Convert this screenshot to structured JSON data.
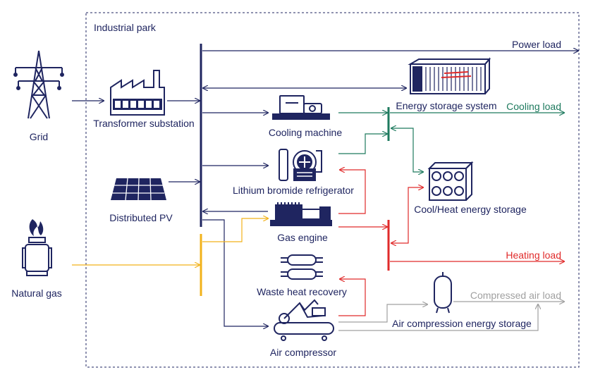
{
  "park_label": "Industrial park",
  "sources": {
    "grid": "Grid",
    "pv": "Distributed PV",
    "gas": "Natural gas"
  },
  "equipment": {
    "transformer": "Transformer substation",
    "cooling_machine": "Cooling machine",
    "libr_refrigerator": "Lithium bromide refrigerator",
    "gas_engine": "Gas engine",
    "waste_heat": "Waste heat recovery",
    "air_compressor": "Air compressor",
    "energy_storage": "Energy storage system",
    "cool_heat_storage": "Cool/Heat energy storage",
    "air_storage": "Air compression energy storage"
  },
  "loads": {
    "power": "Power load",
    "cooling": "Cooling load",
    "heating": "Heating load",
    "air": "Compressed air load"
  },
  "colors": {
    "power": "#1f2560",
    "cooling": "#1e7a5e",
    "heating": "#e02a2a",
    "gas": "#f2b21a",
    "air": "#a0a0a0"
  }
}
